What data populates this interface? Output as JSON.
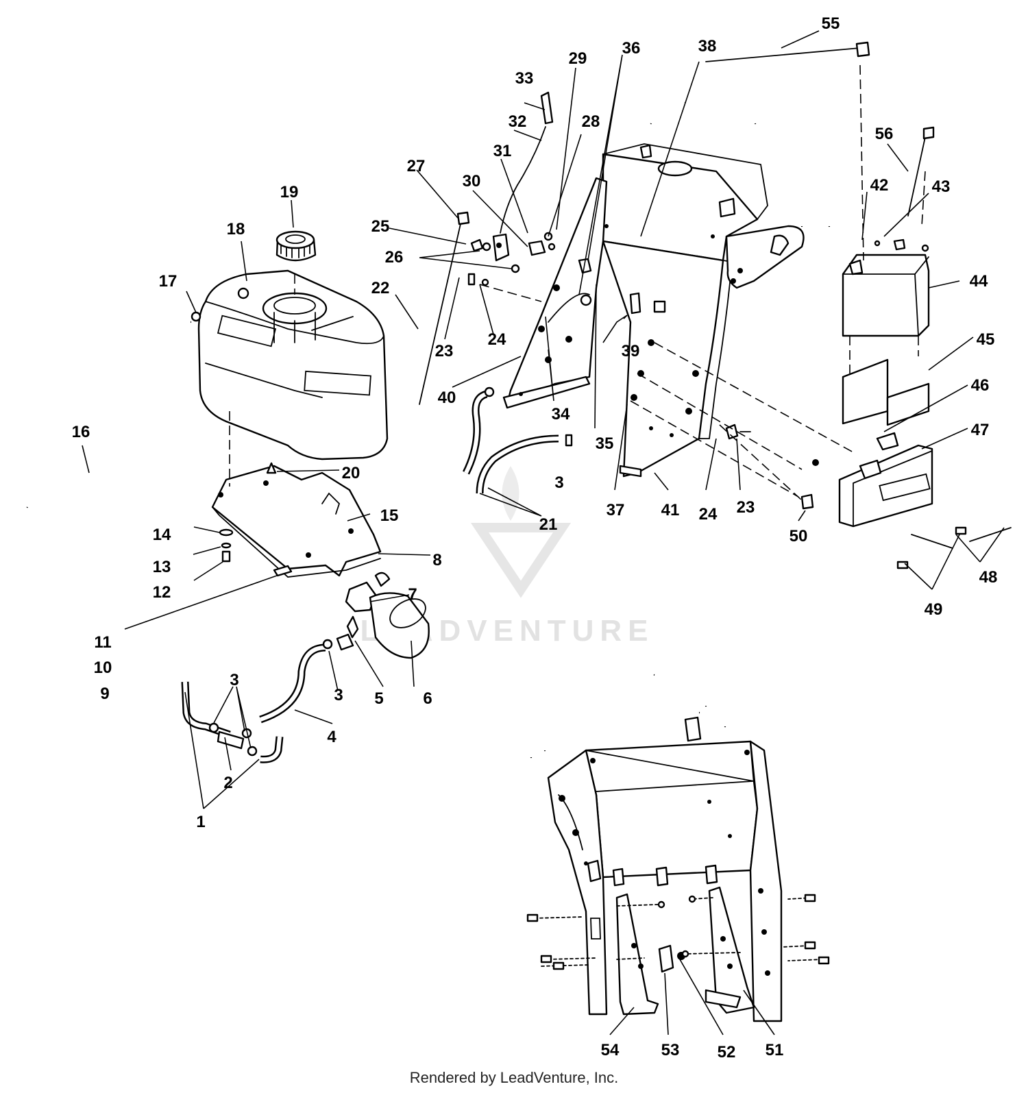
{
  "diagram": {
    "watermark": "LEADVENTURE",
    "footer": "Rendered by LeadVenture, Inc.",
    "callouts": [
      {
        "id": "1"
      },
      {
        "id": "2"
      },
      {
        "id": "3"
      },
      {
        "id": "4"
      },
      {
        "id": "5"
      },
      {
        "id": "6"
      },
      {
        "id": "7"
      },
      {
        "id": "8"
      },
      {
        "id": "9"
      },
      {
        "id": "10"
      },
      {
        "id": "11"
      },
      {
        "id": "12"
      },
      {
        "id": "13"
      },
      {
        "id": "14"
      },
      {
        "id": "15"
      },
      {
        "id": "16"
      },
      {
        "id": "17"
      },
      {
        "id": "18"
      },
      {
        "id": "19"
      },
      {
        "id": "20"
      },
      {
        "id": "21"
      },
      {
        "id": "22"
      },
      {
        "id": "23"
      },
      {
        "id": "24"
      },
      {
        "id": "25"
      },
      {
        "id": "26"
      },
      {
        "id": "27"
      },
      {
        "id": "28"
      },
      {
        "id": "29"
      },
      {
        "id": "30"
      },
      {
        "id": "31"
      },
      {
        "id": "32"
      },
      {
        "id": "33"
      },
      {
        "id": "34"
      },
      {
        "id": "35"
      },
      {
        "id": "36"
      },
      {
        "id": "37"
      },
      {
        "id": "38"
      },
      {
        "id": "39"
      },
      {
        "id": "40"
      },
      {
        "id": "41"
      },
      {
        "id": "42"
      },
      {
        "id": "43"
      },
      {
        "id": "44"
      },
      {
        "id": "45"
      },
      {
        "id": "46"
      },
      {
        "id": "47"
      },
      {
        "id": "48"
      },
      {
        "id": "49"
      },
      {
        "id": "50"
      },
      {
        "id": "51"
      },
      {
        "id": "52"
      },
      {
        "id": "53"
      },
      {
        "id": "54"
      },
      {
        "id": "55"
      },
      {
        "id": "56"
      }
    ]
  }
}
